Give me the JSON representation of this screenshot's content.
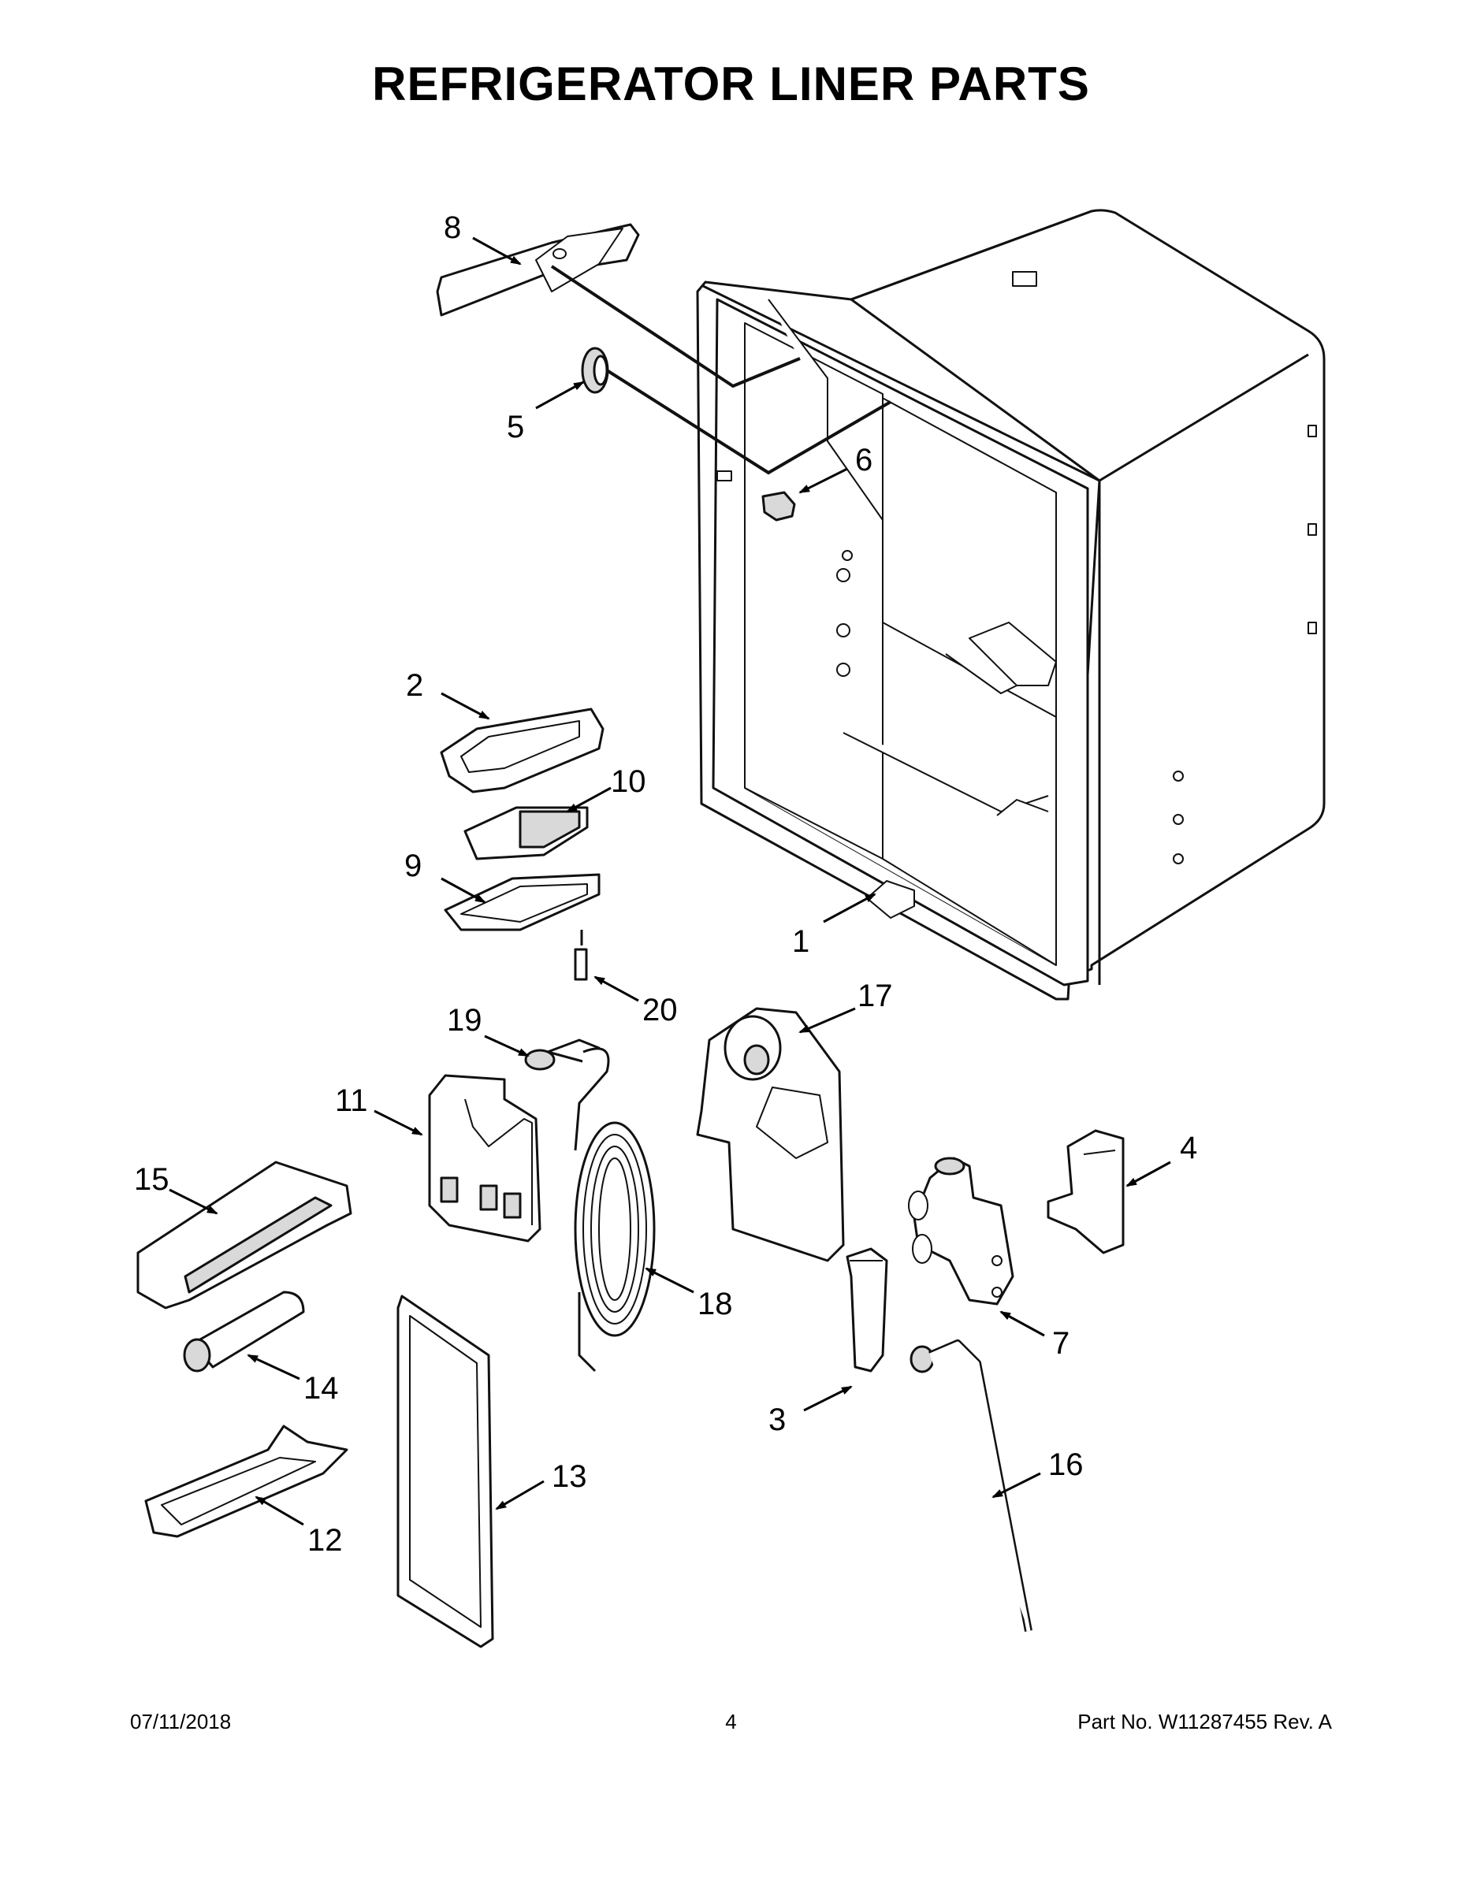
{
  "title": "REFRIGERATOR LINER PARTS",
  "callouts": [
    {
      "id": "1",
      "label": "1"
    },
    {
      "id": "2",
      "label": "2"
    },
    {
      "id": "3",
      "label": "3"
    },
    {
      "id": "4",
      "label": "4"
    },
    {
      "id": "5",
      "label": "5"
    },
    {
      "id": "6",
      "label": "6"
    },
    {
      "id": "7",
      "label": "7"
    },
    {
      "id": "8",
      "label": "8"
    },
    {
      "id": "9",
      "label": "9"
    },
    {
      "id": "10",
      "label": "10"
    },
    {
      "id": "11",
      "label": "11"
    },
    {
      "id": "12",
      "label": "12"
    },
    {
      "id": "13",
      "label": "13"
    },
    {
      "id": "14",
      "label": "14"
    },
    {
      "id": "15",
      "label": "15"
    },
    {
      "id": "16",
      "label": "16"
    },
    {
      "id": "17",
      "label": "17"
    },
    {
      "id": "18",
      "label": "18"
    },
    {
      "id": "19",
      "label": "19"
    },
    {
      "id": "20",
      "label": "20"
    }
  ],
  "footer": {
    "date": "07/11/2018",
    "page": "4",
    "part_number": "Part No.  W11287455  Rev.  A"
  }
}
